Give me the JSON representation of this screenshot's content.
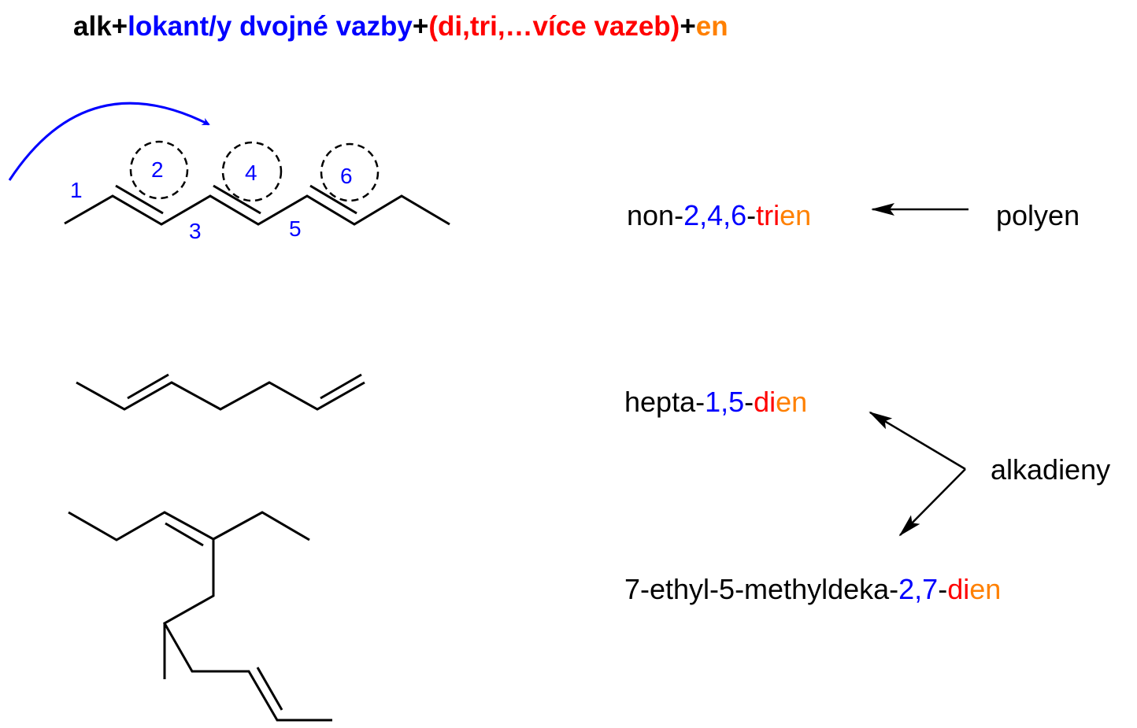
{
  "title": {
    "part1": "alk+",
    "part2": "lokant/y dvojné vazby",
    "part3": "+",
    "part4": "(di,tri,…více vazeb)",
    "part5": "+",
    "part6": "en"
  },
  "colors": {
    "black": "#000000",
    "locant": "#0000ff",
    "multiplier": "#ff0000",
    "suffix": "#ff8000"
  },
  "top_molecule": {
    "locants": [
      "1",
      "2",
      "3",
      "4",
      "5",
      "6"
    ]
  },
  "names": [
    {
      "prefix": "non-",
      "locants": "2,4,6",
      "dash": "-",
      "mult": "tri",
      "suffix": "en"
    },
    {
      "prefix": "hepta-",
      "locants": "1,5",
      "dash": "-",
      "mult": "di",
      "suffix": "en"
    },
    {
      "prefix": "7-ethyl-5-methyldeka-",
      "locants": "2,7",
      "dash": "-",
      "mult": "di",
      "suffix": "en"
    }
  ],
  "categories": {
    "polyen": "polyen",
    "alkadieny": "alkadieny"
  }
}
